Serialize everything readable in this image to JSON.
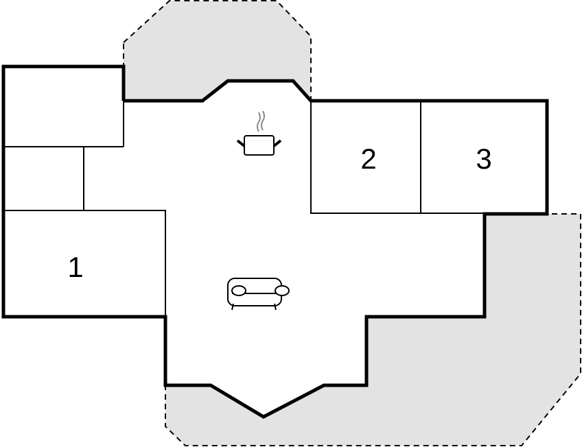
{
  "floorplan": {
    "rooms": [
      {
        "label": "1"
      },
      {
        "label": "2"
      },
      {
        "label": "3"
      }
    ],
    "icons": [
      "kitchen-pot-icon",
      "sofa-icon"
    ],
    "colors": {
      "terrace": "#e3e3e3",
      "wall": "#000000",
      "floor": "#ffffff"
    }
  }
}
